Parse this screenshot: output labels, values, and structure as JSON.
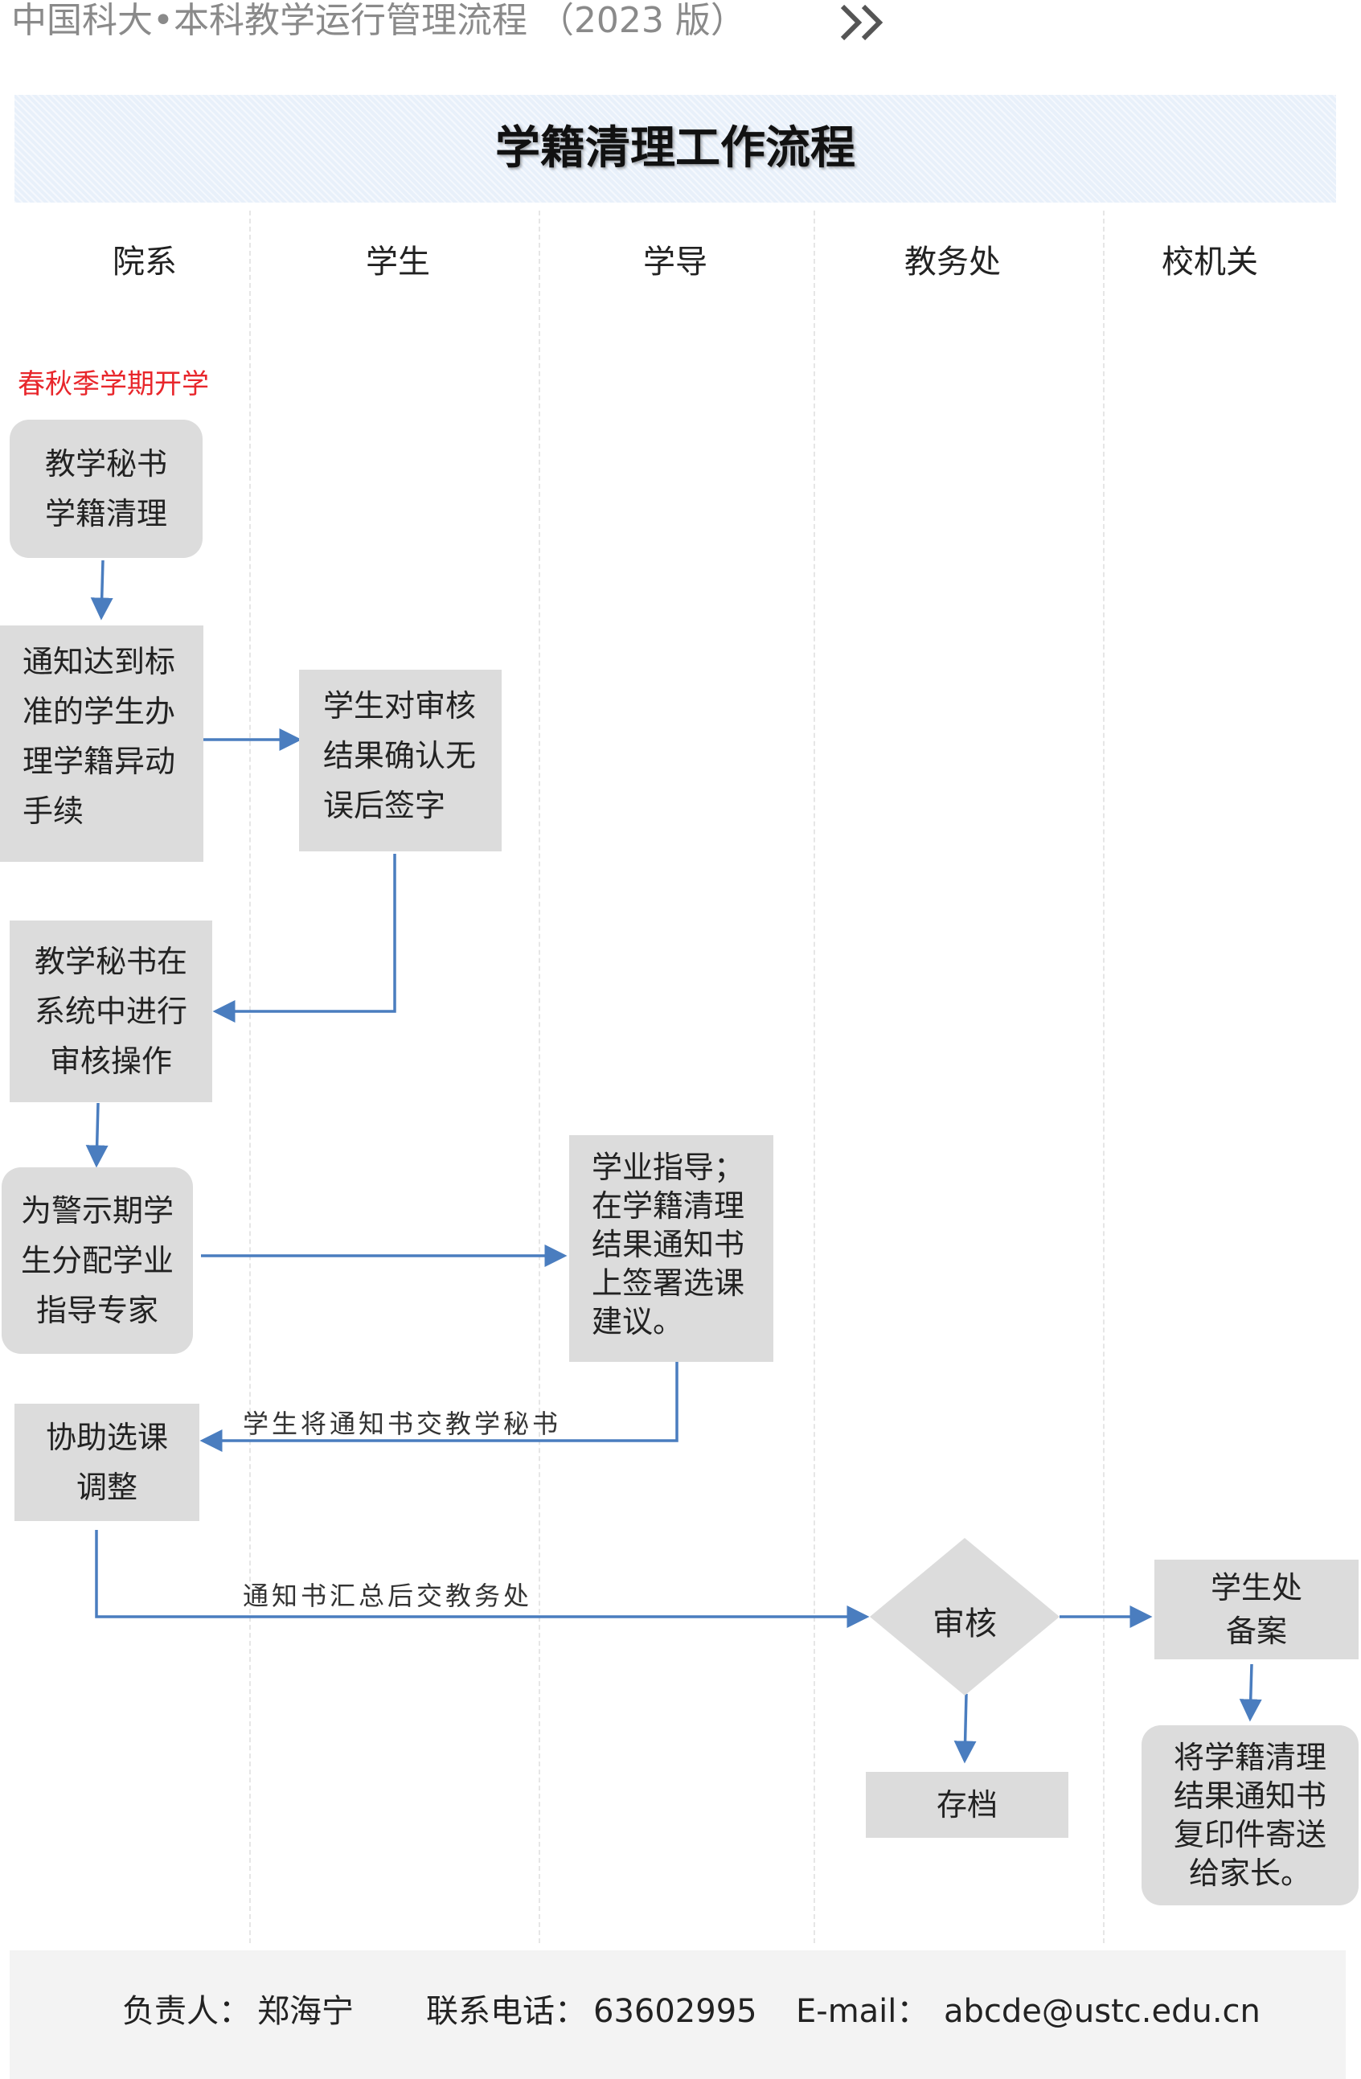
{
  "header": {
    "title": "中国科大•本科教学运行管理流程 （2023 版）",
    "chevron_icon": "double-chevron-right-icon"
  },
  "flow_title": "学籍清理工作流程",
  "lanes": [
    "院系",
    "学生",
    "学导",
    "教务处",
    "校机关"
  ],
  "start_note": "春秋季学期开学",
  "nodes": {
    "secretary_clean": "教学秘书\n学籍清理",
    "notify_students": "通知达到标\n准的学生办\n理学籍异动\n手续",
    "student_confirm": "学生对审核\n结果确认无\n误后签字",
    "system_review": "教学秘书在\n系统中进行\n审核操作",
    "assign_mentor": "为警示期学\n生分配学业\n指导专家",
    "mentor_guidance": "学业指导；\n在学籍清理\n结果通知书\n上签署选课\n建议。",
    "assist_course": "协助选课\n调整",
    "review": "审核",
    "student_office": "学生处\n备案",
    "archive": "存档",
    "mail_parents": "将学籍清理\n结果通知书\n复印件寄送\n给家长。"
  },
  "edge_labels": {
    "to_secretary": "学生将通知书交教学秘书",
    "to_academic_affairs": "通知书汇总后交教务处"
  },
  "footer": {
    "owner_label": "负责人：",
    "owner_name": "郑海宁",
    "phone_label": "联系电话：",
    "phone": "63602995",
    "email_label": "E-mail：",
    "email": "abcde@ustc.edu.cn"
  },
  "colors": {
    "box_fill": "#dcdcdc",
    "arrow": "#4a7dbf",
    "title_bar": "#e8f0fa",
    "note_red": "#e8262b",
    "header_gray": "#8a8a8a"
  }
}
